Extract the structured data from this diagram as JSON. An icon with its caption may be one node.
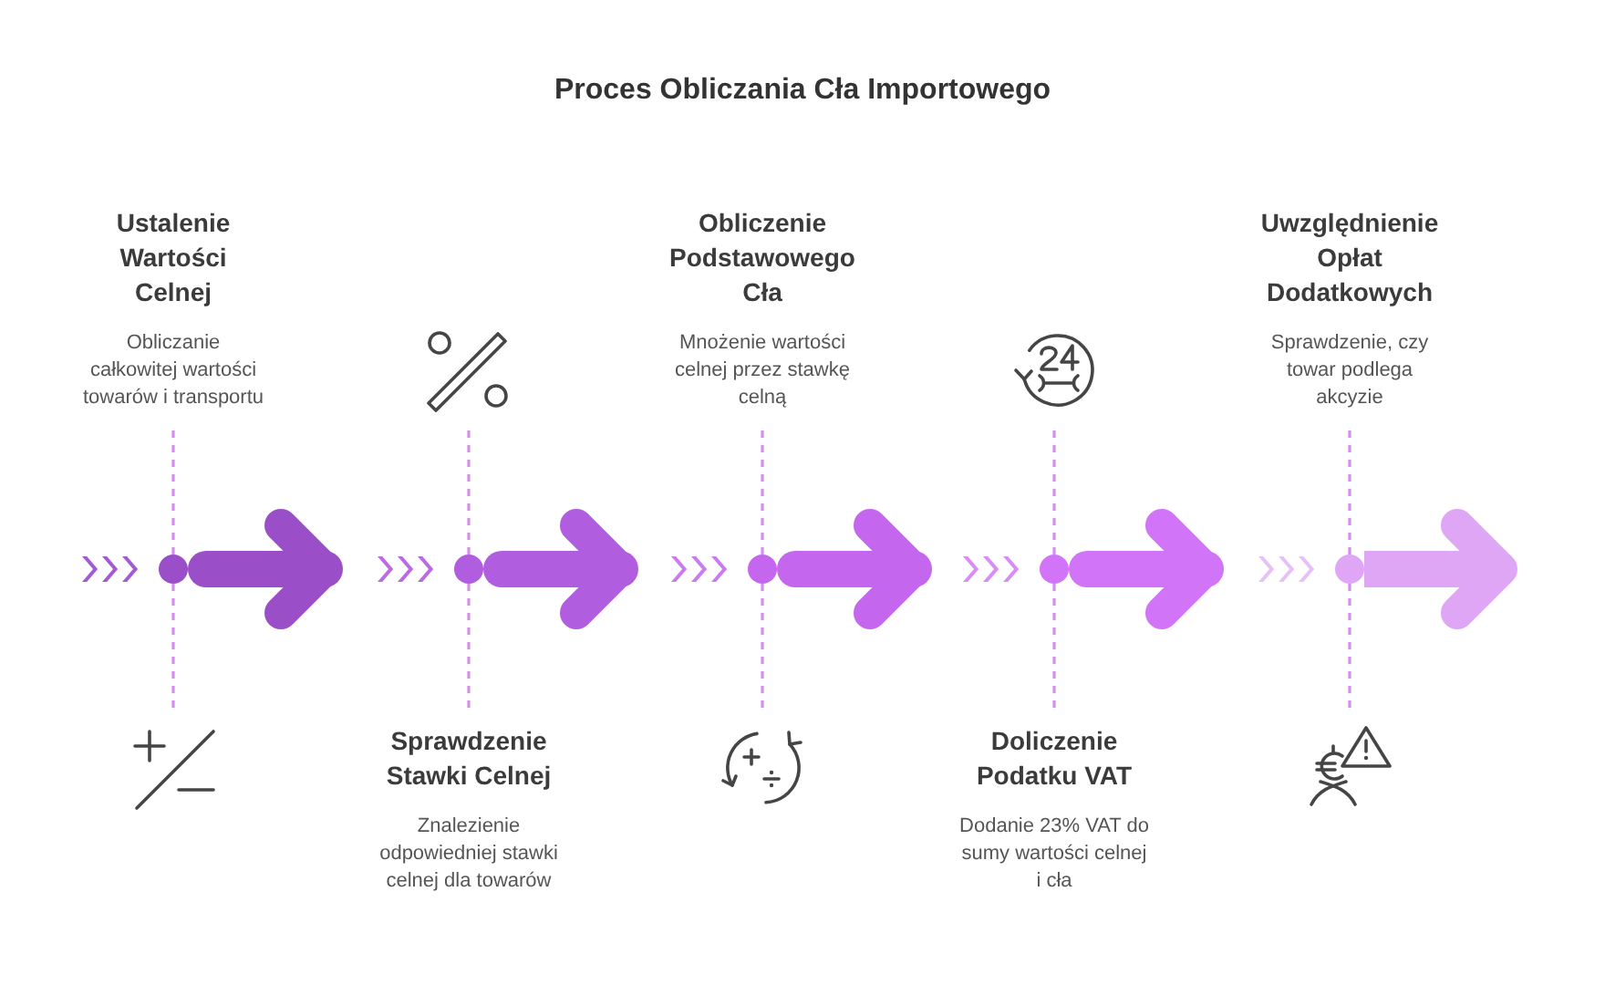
{
  "diagram": {
    "title": "Proces Obliczania Cła Importowego",
    "nodes": [
      {
        "text": [
          "Ustalenie Wartości Celnej",
          "Obliczanie całkowitej wartości towarów i transportu"
        ]
      },
      {
        "text": [],
        "shape": "circle"
      },
      {
        "text": [],
        "shape": "picture"
      },
      {
        "text": [],
        "shape": "picture"
      },
      {
        "text": [],
        "shape": "circle"
      },
      {
        "text": [
          "Sprawdzenie Stawki Celnej",
          "Znalezienie odpowiedniej stawki celnej dla towarów"
        ]
      },
      {
        "text": [
          "Obliczenie Podstawowego Cła",
          "Mnożenie wartości celnej przez stawkę celną"
        ]
      },
      {
        "text": [],
        "shape": "circle"
      },
      {
        "text": [],
        "shape": "picture"
      },
      {
        "text": [],
        "shape": "picture"
      },
      {
        "text": [],
        "shape": "circle"
      },
      {
        "text": [
          "Doliczenie Podatku VAT",
          "Dodanie 23% VAT do sumy wartości celnej i cła"
        ]
      },
      {
        "text": [
          "Uwzględnienie Opłat Dodatkowych",
          "Sprawdzenie, czy towar podlega akcyzie"
        ]
      },
      {
        "text": [],
        "shape": "circle"
      },
      {
        "text": [],
        "shape": "picture"
      }
    ],
    "edges": [
      {
        "from": 1,
        "to": 0,
        "arrow": "none",
        "style": "dashed"
      },
      {
        "from": 1,
        "to": 2,
        "arrow": "none",
        "style": "dashed"
      },
      {
        "from": 1,
        "to": 4,
        "arrow": "to",
        "style": "thick",
        "color": "#9a4fc8"
      },
      {
        "from": 4,
        "to": 3,
        "arrow": "none",
        "style": "dashed"
      },
      {
        "from": 4,
        "to": 5,
        "arrow": "none",
        "style": "dashed"
      },
      {
        "from": 4,
        "to": 7,
        "arrow": "to",
        "style": "thick",
        "color": "#b15ddf"
      },
      {
        "from": 7,
        "to": 6,
        "arrow": "none",
        "style": "dashed"
      },
      {
        "from": 7,
        "to": 8,
        "arrow": "none",
        "style": "dashed"
      },
      {
        "from": 7,
        "to": 10,
        "arrow": "to",
        "style": "thick",
        "color": "#c467ee"
      },
      {
        "from": 10,
        "to": 9,
        "arrow": "none",
        "style": "dashed"
      },
      {
        "from": 10,
        "to": 11,
        "arrow": "none",
        "style": "dashed"
      },
      {
        "from": 10,
        "to": 13,
        "arrow": "to",
        "style": "thick",
        "color": "#d174f7"
      },
      {
        "from": 13,
        "to": 12,
        "arrow": "none",
        "style": "dashed"
      },
      {
        "from": 13,
        "to": 14,
        "arrow": "none",
        "style": "dashed"
      },
      {
        "from": 13,
        "to": null,
        "arrow": "to",
        "style": "thick",
        "color": "#dea6f5"
      }
    ]
  }
}
